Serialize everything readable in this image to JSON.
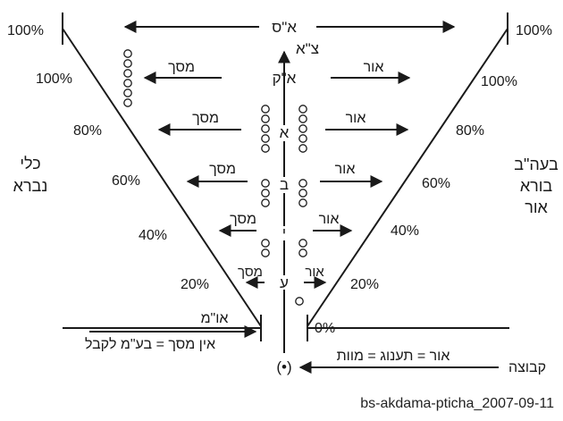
{
  "top_center": "א\"ס",
  "tzimtzum": "צ\"א",
  "worlds": [
    "א\"ק",
    "א",
    "ב",
    "י",
    "ע"
  ],
  "masach_labels": [
    "מסך",
    "מסך",
    "מסך",
    "מסך",
    "מסך"
  ],
  "or_labels": [
    "אור",
    "אור",
    "אור",
    "אור",
    "אור"
  ],
  "left_percent": [
    "100%",
    "100%",
    "80%",
    "60%",
    "40%",
    "20%"
  ],
  "right_percent": [
    "100%",
    "100%",
    "80%",
    "60%",
    "40%",
    "20%",
    "0%"
  ],
  "left_side": {
    "line1": "כלי",
    "line2": "נברא"
  },
  "right_side": {
    "line1": "בעה\"ב",
    "line2": "בורא",
    "line3": "אור"
  },
  "olam_hazeh": "או\"מ",
  "bottom_left": "אין מסך = בע\"מ לקבל",
  "bottom_right": "אור = תענוג = מוות",
  "kvutza": "קבוצה",
  "point": "(•)",
  "caption": "bs-akdama-pticha_2007-09-11"
}
